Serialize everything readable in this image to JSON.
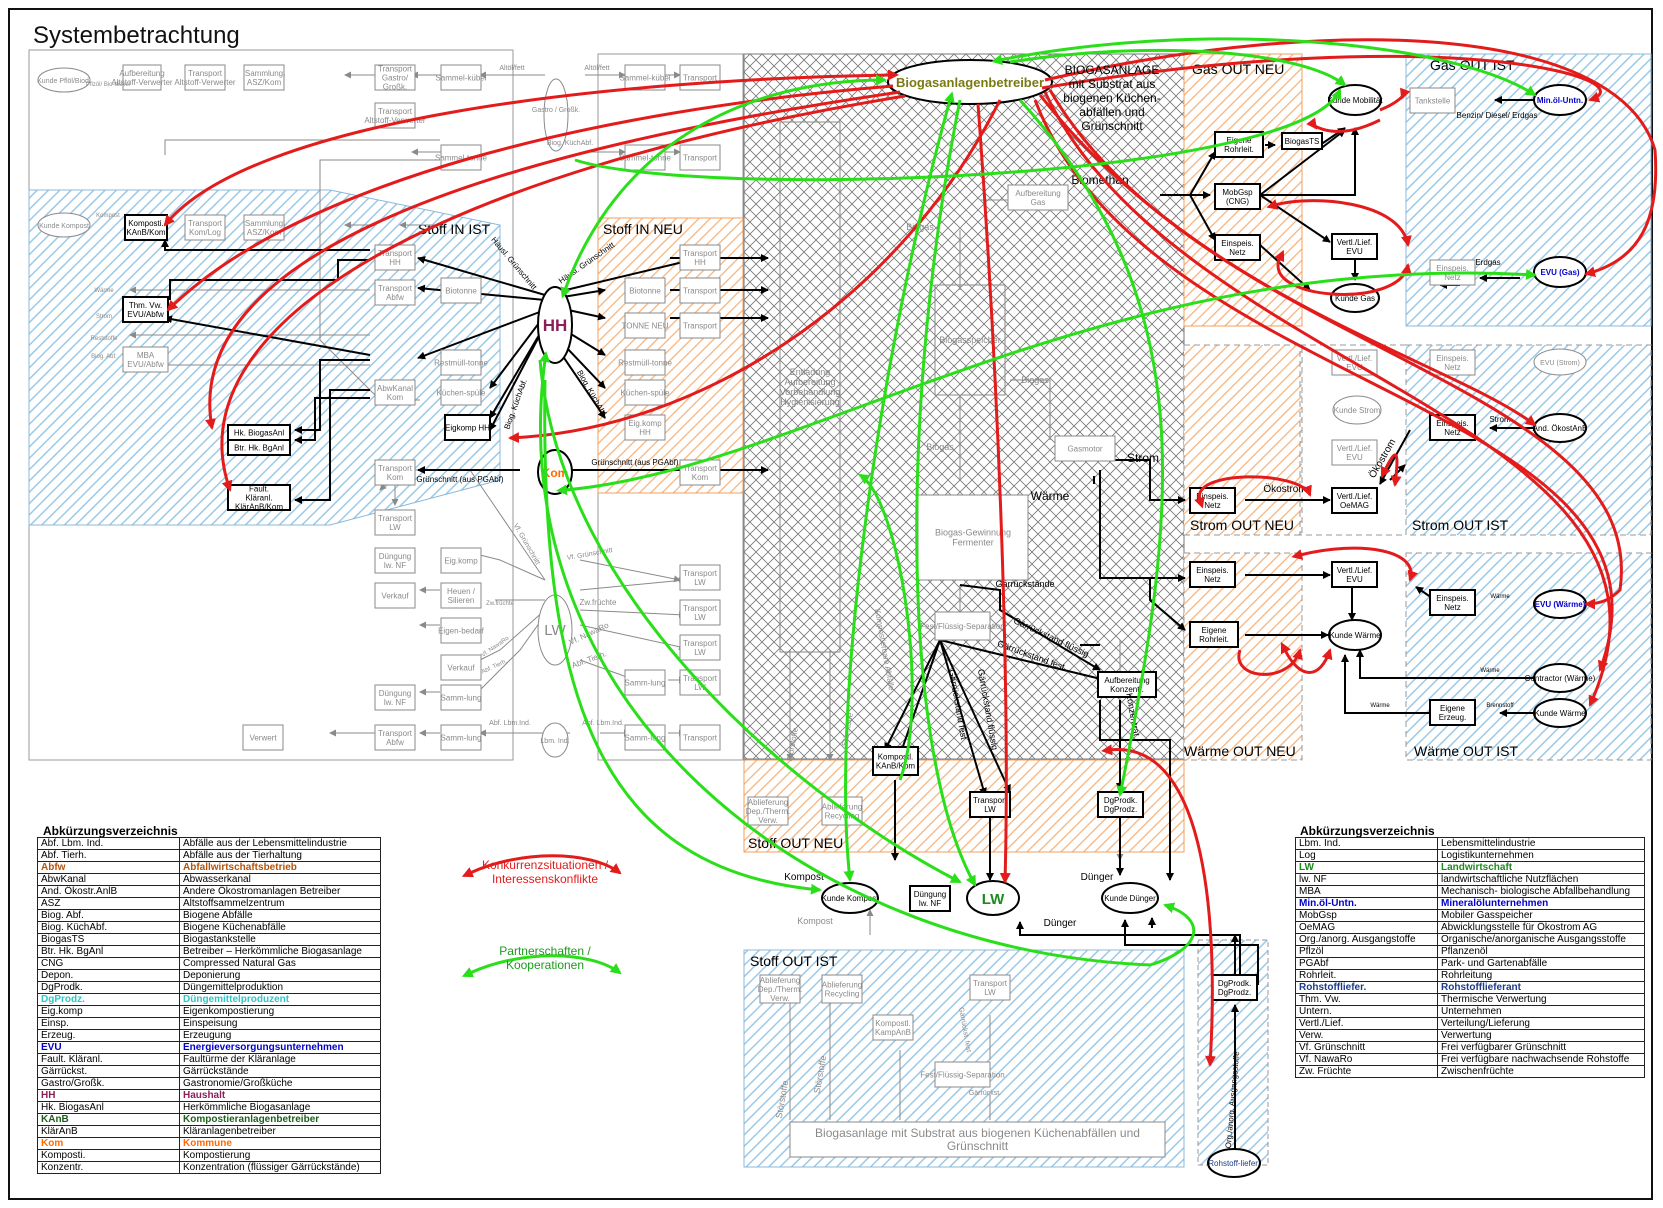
{
  "title": "Systembetrachtung",
  "colors": {
    "competition": "#e31b1b",
    "partnership": "#2adf1a",
    "hatch_blue": "#9cc9e6",
    "hatch_orange": "#f5b27a",
    "grey": "#8a8a8a",
    "black": "#000000",
    "olive": "#7a7a12",
    "hh": "#8b1f5c",
    "kom": "#ff6a00",
    "lw": "#1d8a1d",
    "blue": "#0000cc",
    "cyan": "#2ec6c6"
  },
  "regions": {
    "stoff_in_ist": "Stoff IN IST",
    "stoff_in_neu": "Stoff IN NEU",
    "gas_out_neu": "Gas OUT NEU",
    "gas_out_ist": "Gas OUT IST",
    "strom_out_neu": "Strom OUT NEU",
    "strom_out_ist": "Strom OUT IST",
    "waerme_out_neu": "Wärme OUT NEU",
    "waerme_out_ist": "Wärme OUT IST",
    "stoff_out_neu": "Stoff OUT NEU",
    "stoff_out_ist": "Stoff OUT IST"
  },
  "nodes": {
    "betreiber": "Biogasanlagenbetreiber",
    "biogasanlage_note": "BIOGASANLAGE mit Substrat aus biogenen Küchen-abfällen und Grünschnitt",
    "hh": "HH",
    "kom": "Kom",
    "lw": "LW",
    "gastro": "Gastro / Großk.",
    "lbm": "Lbm. Ind.",
    "kunde_mobilitaet": "Kunde Mobilität",
    "minoel": "Min.öl-Untn.",
    "evu_gas": "EVU (Gas)",
    "kunde_gas": "Kunde Gas",
    "and_oekostrom": "And. ÖkostAnB",
    "evu_strom": "EVU (Strom)",
    "kunde_strom": "Kunde Strom",
    "evu_waerme": "EVU (Wärme)",
    "contractor": "Contractor (Wärme)",
    "kunde_waerme_ist": "Kunde Wärme",
    "kunde_waerme_neu": "Kunde Wärme",
    "kunde_kompost": "Kunde Kompost",
    "kunde_duenger": "Kunde Dünger",
    "kunde_kompost_left": "Kunde Kompost",
    "kunde_pflbiod": "Kunde Pflöl/Biod.",
    "rohstofflief": "Rohstoff-liefer.",
    "evu_strom_ist_small": "EVU (Strom)"
  },
  "boxes": {
    "eigene_rohrleit_gas": "Eigene Rohrleit.",
    "biogasts": "BiogasTS",
    "mobgsp": "MobGsp (CNG)",
    "einspeis_netz_gas": "Einspeis. Netz",
    "vertl_lief_evu_gas": "Vertl./Lief. EVU",
    "tankstelle": "Tankstelle",
    "einspeis_netz_gas_ist": "Einspeis. Netz",
    "vertl_lief_strom_ist_top": "Vertl./Lief. EVU",
    "einspeis_netz_strom_ist_top": "Einspeis. Netz",
    "einspeis_netz_strom_ist": "Einspeis. Netz",
    "vertl_lief_evu_strom": "Vertl./Lief. EVU",
    "einspeis_netz_strom_neu": "Einspeis. Netz",
    "vertl_lief_oemag": "Vertl./Lief. OeMAG",
    "einspeis_netz_waerme": "Einspeis. Netz",
    "vertl_lief_evu_waerme": "Vertl./Lief. EVU",
    "eigene_rohrleit_waerme": "Eigene Rohrleit.",
    "einspeis_netz_waerme_ist": "Einspeis. Netz",
    "eigene_erzeug": "Eigene Erzeug.",
    "aufbereitung_gas": "Aufbereitung Gas",
    "biogasspeicher": "Biogasspeicher",
    "gasmotor": "Gasmotor",
    "biogas_gewinnung": "Biogas-Gewinnung Fermenter",
    "fest_fluessig": "Fest/Flüssig-Separation",
    "aufbereitung_konzentr": "Aufbereitung Konzentr.",
    "kompostl_kanb": "Kompostl. KAnB/Kom",
    "transport_lw": "Transport LW",
    "dgprodk": "DgProdk. DgProdz.",
    "duengung_lwnf": "Düngung lw. NF",
    "entsorgung_note": "Entladung Aufbereitung Vorbehandlung Hygienisierung",
    "ablieferung_dep": "Ablieferung Dep./Therm. Verw.",
    "ablieferung_recycling": "Ablieferung Recycling",
    "komposti_kanb_left": "Komposti. KAnB/Kom",
    "thm_vw": "Thm. Vw. EVU/Abfw",
    "mba": "MBA EVU/Abfw",
    "hk_biogasanl": "Hk. BiogasAnl",
    "btr_hk_bganl": "Btr. Hk. BgAnl",
    "fault_klaeranl": "Fault. Kläranl. KlärAnB/Kom",
    "eigkomp_hh": "Eigkomp HH",
    "aufbereitung_top": "Aufbereitung Altstoff-Verwerter",
    "transport_altstoff": "Transport Altstoff-Verwerter",
    "sammlung_asz": "Sammlung ASZ/Kom",
    "transport_gastro": "Transport Gastro/ Großk.",
    "transport_altstoff2": "Transport Altstoff-Verwerter",
    "sammelkuebel": "Sammel-kübel",
    "sammeltonne": "Sammel-tonne",
    "transport_komlog": "Transport Kom/Log",
    "sammlung_asz2": "Sammlung ASZ/Kom",
    "transport_hh": "Transport HH",
    "biotonne": "Biotonne",
    "transport_abfw": "Transport Abfw",
    "restmuelltonne": "Restmüll-tonne",
    "abwkanal_kom": "AbwKanal Kom",
    "kuechenspuele": "Küchen-spüle",
    "transport_kom": "Transport Kom",
    "transport_lw_left": "Transport LW",
    "duengung_lwnf_left": "Düngung lw. NF",
    "eigkomp_left": "Eig.komp",
    "verkauf": "Verkauf",
    "heuen_silieren": "Heuen / Silieren",
    "eigenbedarf": "Eigen-bedarf",
    "verkauf2": "Verkauf",
    "duengung_lwnf2": "Düngung lw. NF",
    "sammlung": "Samm-lung",
    "verwert": "Verwert",
    "transport_abfw2": "Transport Abfw",
    "sammlung2": "Samm-lung",
    "transport_top_mid": "Transport",
    "sammelkuebel_mid": "Sammel-kübel",
    "sammeltonne_mid": "Sammel-tonne",
    "transport_mid2": "Transport",
    "transport_hh_neu": "Transport HH",
    "biotonne_neu": "Biotonne",
    "transport_neu2": "Transport",
    "tonne_neu": "TONNE NEU",
    "transport_neu3": "Transport",
    "restmuelltonne_neu": "Restmüll-tonne",
    "kuechenspuele_neu": "Küchen-spüle",
    "eigkomp_hh_neu": "Eig.komp HH",
    "transport_kom_neu": "Transport Kom",
    "transport_lw_neu1": "Transport LW",
    "transport_lw_neu2": "Transport LW",
    "transport_lw_neu3": "Transport LW",
    "transport_lw_neu4": "Transport LW",
    "sammlung_neu": "Samm-lung",
    "sammlung_neu2": "Samm-lung",
    "transport_neu_last": "Transport",
    "ablieferung_dep_ist": "Ablieferung Dep./Therm. Verw.",
    "ablieferung_rec_ist": "Ablieferung Recycling",
    "kompostl_kanb_ist": "Kompostl. KampAnB",
    "transport_lw_ist": "Transport LW",
    "fest_fluessig_ist": "Fest/Flüssig-Separation",
    "dgprodk_right": "DgProdk. DgProdz.",
    "biogasanlage_bottom": "Biogasanlage mit Substrat aus biogenen Küchenabfällen und Grünschnitt",
    "eig_komp_small": "Eig.komp"
  },
  "edge_labels": {
    "biomethan": "Biomethan",
    "strom": "Strom",
    "waerme": "Wärme",
    "oekostrom": "Ökostrom",
    "oekostrom_v": "Ökostrom",
    "strom_ist": "Strom",
    "erdgas": "Erdgas",
    "benzin": "Benzin/ Diesel/ Erdgas",
    "waerme_ist": "Wärme",
    "waerme_ist2": "Wärme",
    "waerme_ist3": "Wärme",
    "brennstoff": "Brennstoff",
    "biogas1": "Biogas",
    "biogas2": "Biogas",
    "biogas3": "Biogas",
    "gaerrueckstaende": "Gärrückstände",
    "gaerrueckstand_fluessig": "Gärrückstand flüssig",
    "gaerrueckstand_fest": "Gärrückstand fest",
    "gaerrueckstand_fest2": "Gärrückstand fest",
    "gaerrueckstand_fluessig2": "Gärrückstand flüssig",
    "konzentrat": "Konzentrat",
    "kompost": "Kompost",
    "kompost2": "Kompost",
    "duenger": "Dünger",
    "duenger2": "Dünger",
    "grunschnitt_pgabf": "Grünschnitt (aus PGAbf)",
    "grunschnitt_pgabf2": "Grünschnitt (aus PGAbf)",
    "haeusl_gruenschnitt": "Häusl. Grünschnitt",
    "haeusl_gruenschnitt2": "Häusl. Grünschnitt",
    "biog_kuechabf": "Biog. KüchAbf.",
    "biog_kuechabf2": "Biog. KüchAbf.",
    "biog_kuechabf3": "Biog. KüchAbf.",
    "altoelfett": "Altöl/fett",
    "altoelfett2": "Altöl/fett",
    "vf_gruenschnitt": "Vf. Grünschnitt",
    "vf_gruenschnitt2": "Vf. Grünschnitt",
    "zwfruechte": "Zw.früchte",
    "zwfruechte2": "Zw.früchte",
    "vf_nawaro": "Vf. NawaRo",
    "vf_nawaro2": "Vf. NawaRo",
    "abf_tierh": "Abf. Tierh.",
    "abf_tierh2": "Abf. Tierh.",
    "abf_lbmind": "Abf. Lbm.Ind.",
    "abf_lbmind2": "Abf. Lbm.Ind.",
    "stoerstoffe": "Störstoffe",
    "stoerstoffe2": "Störstoffe",
    "stoerstoffe_ist": "Störstoffe",
    "stoerstoffe_ist2": "Störstoffe",
    "kompostierbare": "Kompostierbare Abfälle",
    "org_anorg": "Org./anorg. Ausgangsstoffe",
    "kompost_left": "Kompost",
    "waerme_left": "Wärme",
    "strom_left": "Strom",
    "reststoffe": "Reststoffe",
    "biog_abf": "Biog. Abf.",
    "pflzoel": "Pflzöl/ Bio-diesel",
    "gaerrueckst_ist": "Gärrückst.",
    "gaerrueckst_fest_ist": "Gärrückst. fest"
  },
  "notes": {
    "konkurrenz": "Konkurrenzsituationen / Interessenskonflikte",
    "partnerschaften": "Partnerschaften / Kooperationen"
  },
  "legend_left": {
    "title": "Abkürzungsverzeichnis",
    "rows": [
      {
        "abbr": "Abf. Lbm. Ind.",
        "desc": "Abfälle aus der Lebensmittelindustrie",
        "color": "#000000",
        "bold": false
      },
      {
        "abbr": "Abf. Tierh.",
        "desc": "Abfälle aus der Tierhaltung",
        "color": "#000000",
        "bold": false
      },
      {
        "abbr": "Abfw",
        "desc": "Abfallwirtschaftsbetrieb",
        "color": "#b5530b",
        "bold": true
      },
      {
        "abbr": "AbwKanal",
        "desc": "Abwasserkanal",
        "color": "#000000",
        "bold": false
      },
      {
        "abbr": "And. Ökostr.AnlB",
        "desc": "Andere Ökostromanlagen Betreiber",
        "color": "#000000",
        "bold": false
      },
      {
        "abbr": "ASZ",
        "desc": "Altstoffsammelzentrum",
        "color": "#000000",
        "bold": false
      },
      {
        "abbr": "Biog. Abf.",
        "desc": "Biogene Abfälle",
        "color": "#000000",
        "bold": false
      },
      {
        "abbr": "Biog. KüchAbf.",
        "desc": "Biogene Küchenabfälle",
        "color": "#000000",
        "bold": false
      },
      {
        "abbr": "BiogasTS",
        "desc": "Biogastankstelle",
        "color": "#000000",
        "bold": false
      },
      {
        "abbr": "Btr. Hk. BgAnl",
        "desc": "Betreiber – Herkömmliche Biogasanlage",
        "color": "#000000",
        "bold": false
      },
      {
        "abbr": "CNG",
        "desc": "Compressed Natural Gas",
        "color": "#000000",
        "bold": false
      },
      {
        "abbr": "Depon.",
        "desc": "Deponierung",
        "color": "#000000",
        "bold": false
      },
      {
        "abbr": "DgProdk.",
        "desc": "Düngemittelproduktion",
        "color": "#000000",
        "bold": false
      },
      {
        "abbr": "DgProdz.",
        "desc": "Düngemittelproduzent",
        "color": "#2ec6c6",
        "bold": true
      },
      {
        "abbr": "Eig.komp",
        "desc": "Eigenkompostierung",
        "color": "#000000",
        "bold": false
      },
      {
        "abbr": "Einsp.",
        "desc": "Einspeisung",
        "color": "#000000",
        "bold": false
      },
      {
        "abbr": "Erzeug.",
        "desc": "Erzeugung",
        "color": "#000000",
        "bold": false
      },
      {
        "abbr": "EVU",
        "desc": "Energieversorgungsunternehmen",
        "color": "#0000cc",
        "bold": true
      },
      {
        "abbr": "Fault. Kläranl.",
        "desc": "Faultürme der Kläranlage",
        "color": "#000000",
        "bold": false
      },
      {
        "abbr": "Gärrückst.",
        "desc": "Gärrückstände",
        "color": "#000000",
        "bold": false
      },
      {
        "abbr": "Gastro/Großk.",
        "desc": "Gastronomie/Großküche",
        "color": "#000000",
        "bold": false
      },
      {
        "abbr": "HH",
        "desc": "Haushalt",
        "color": "#8b1f5c",
        "bold": true
      },
      {
        "abbr": "Hk. BiogasAnl",
        "desc": "Herkömmliche Biogasanlage",
        "color": "#000000",
        "bold": false
      },
      {
        "abbr": "KAnB",
        "desc": "Kompostieranlagenbetreiber",
        "color": "#1d5e1d",
        "bold": true
      },
      {
        "abbr": "KlärAnB",
        "desc": "Kläranlagenbetreiber",
        "color": "#000000",
        "bold": false
      },
      {
        "abbr": "Kom",
        "desc": "Kommune",
        "color": "#ff6a00",
        "bold": true
      },
      {
        "abbr": "Komposti.",
        "desc": "Kompostierung",
        "color": "#000000",
        "bold": false
      },
      {
        "abbr": "Konzentr.",
        "desc": "Konzentration (flüssiger Gärrückstände)",
        "color": "#000000",
        "bold": false
      }
    ]
  },
  "legend_right": {
    "title": "Abkürzungsverzeichnis",
    "rows": [
      {
        "abbr": "Lbm. Ind.",
        "desc": "Lebensmittelindustrie",
        "color": "#000000",
        "bold": false
      },
      {
        "abbr": "Log",
        "desc": "Logistikunternehmen",
        "color": "#000000",
        "bold": false
      },
      {
        "abbr": "LW",
        "desc": "Landwirtschaft",
        "color": "#1d8a1d",
        "bold": true
      },
      {
        "abbr": "lw. NF",
        "desc": "landwirtschaftliche Nutzflächen",
        "color": "#000000",
        "bold": false
      },
      {
        "abbr": "MBA",
        "desc": "Mechanisch- biologische Abfallbehandlung",
        "color": "#000000",
        "bold": false
      },
      {
        "abbr": "Min.öl-Untn.",
        "desc": "Mineralölunternehmen",
        "color": "#0000cc",
        "bold": true
      },
      {
        "abbr": "MobGsp",
        "desc": "Mobiler Gasspeicher",
        "color": "#000000",
        "bold": false
      },
      {
        "abbr": "OeMAG",
        "desc": "Abwicklungsstelle für Ökostrom AG",
        "color": "#000000",
        "bold": false
      },
      {
        "abbr": "Org./anorg. Ausgangstoffe",
        "desc": "Organische/anorganische Ausgangsstoffe",
        "color": "#000000",
        "bold": false
      },
      {
        "abbr": "Pflzöl",
        "desc": "Pflanzenöl",
        "color": "#000000",
        "bold": false
      },
      {
        "abbr": "PGAbf",
        "desc": "Park- und Gartenabfälle",
        "color": "#000000",
        "bold": false
      },
      {
        "abbr": "Rohrleit.",
        "desc": "Rohrleitung",
        "color": "#000000",
        "bold": false
      },
      {
        "abbr": "Rohstoffliefer.",
        "desc": "Rohstofflieferant",
        "color": "#1a3a8a",
        "bold": true
      },
      {
        "abbr": "Thm. Vw.",
        "desc": "Thermische Verwertung",
        "color": "#000000",
        "bold": false
      },
      {
        "abbr": "Untern.",
        "desc": "Unternehmen",
        "color": "#000000",
        "bold": false
      },
      {
        "abbr": "Vertl./Lief.",
        "desc": "Verteilung/Lieferung",
        "color": "#000000",
        "bold": false
      },
      {
        "abbr": "Verw.",
        "desc": "Verwertung",
        "color": "#000000",
        "bold": false
      },
      {
        "abbr": "Vf. Grünschnitt",
        "desc": "Frei verfügbarer Grünschnitt",
        "color": "#000000",
        "bold": false
      },
      {
        "abbr": "Vf. NawaRo",
        "desc": "Frei verfügbare nachwachsende Rohstoffe",
        "color": "#000000",
        "bold": false
      },
      {
        "abbr": "Zw. Früchte",
        "desc": "Zwischenfrüchte",
        "color": "#000000",
        "bold": false
      }
    ]
  }
}
